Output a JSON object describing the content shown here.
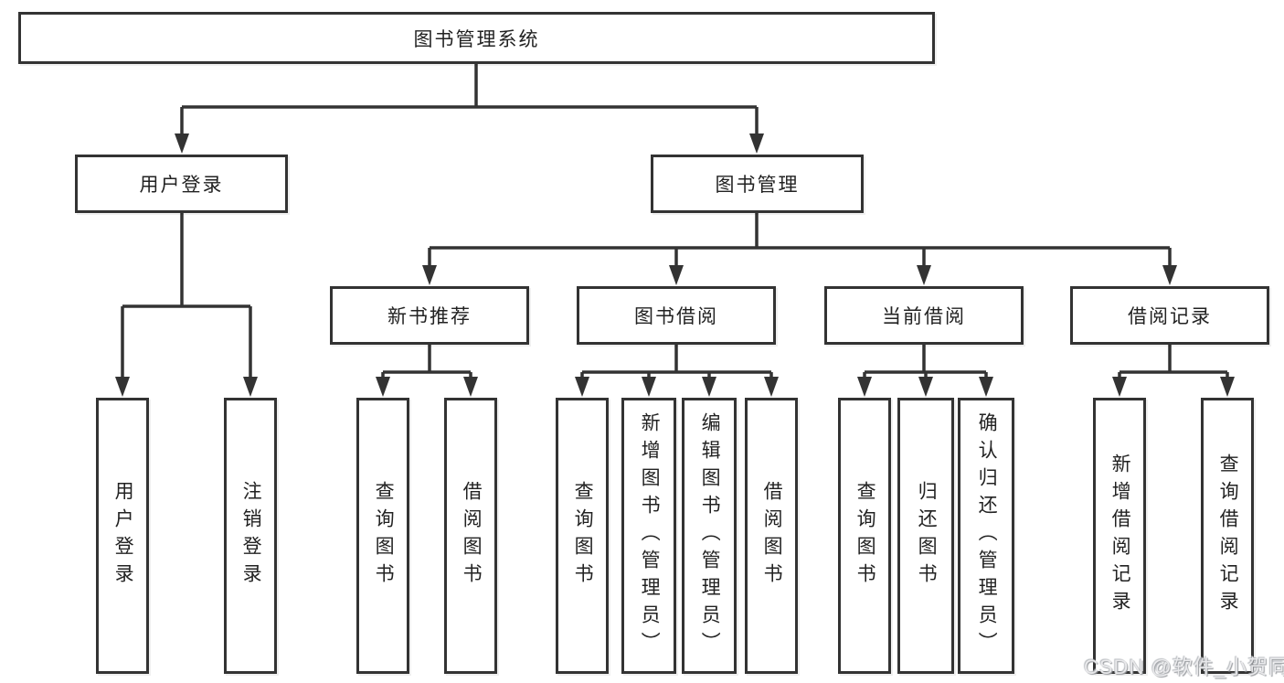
{
  "tree": {
    "root": {
      "label": "图书管理系统"
    },
    "branches": [
      {
        "label": "用户登录",
        "children": [
          {
            "label": "用户登录"
          },
          {
            "label": "注销登录"
          }
        ]
      },
      {
        "label": "图书管理",
        "children": [
          {
            "label": "新书推荐",
            "children": [
              {
                "label": "查询图书"
              },
              {
                "label": "借阅图书"
              }
            ]
          },
          {
            "label": "图书借阅",
            "children": [
              {
                "label": "查询图书"
              },
              {
                "label": "新增图书（管理员）"
              },
              {
                "label": "编辑图书（管理员）"
              },
              {
                "label": "借阅图书"
              }
            ]
          },
          {
            "label": "当前借阅",
            "children": [
              {
                "label": "查询图书"
              },
              {
                "label": "归还图书"
              },
              {
                "label": "确认归还（管理员）"
              }
            ]
          },
          {
            "label": "借阅记录",
            "children": [
              {
                "label": "新增借阅记录"
              },
              {
                "label": "查询借阅记录"
              }
            ]
          }
        ]
      }
    ]
  },
  "watermark": {
    "text": "CSDN @软件_小贺同学"
  },
  "colors": {
    "line": "#333333",
    "text": "#222222",
    "box_background": "#ffffff",
    "page_background": "#ffffff",
    "watermark": "#d9dadc"
  }
}
